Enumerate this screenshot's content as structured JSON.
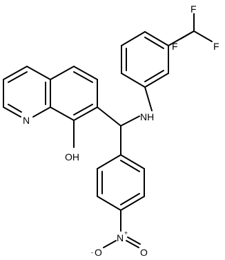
{
  "molecule": {
    "atoms": {
      "quinoline_n": "N",
      "hydroxyl": "OH",
      "amine": "NH",
      "cf3_f_top": "F",
      "cf3_f_right": "F",
      "cf3_f_left": "F",
      "nitro_n": "N",
      "nitro_n_charge": "+",
      "nitro_o_left": "O",
      "nitro_o_left_charge": "-",
      "nitro_o_right": "O"
    },
    "colors": {
      "bond": "#000000",
      "text": "#000000",
      "background": "#ffffff"
    }
  }
}
